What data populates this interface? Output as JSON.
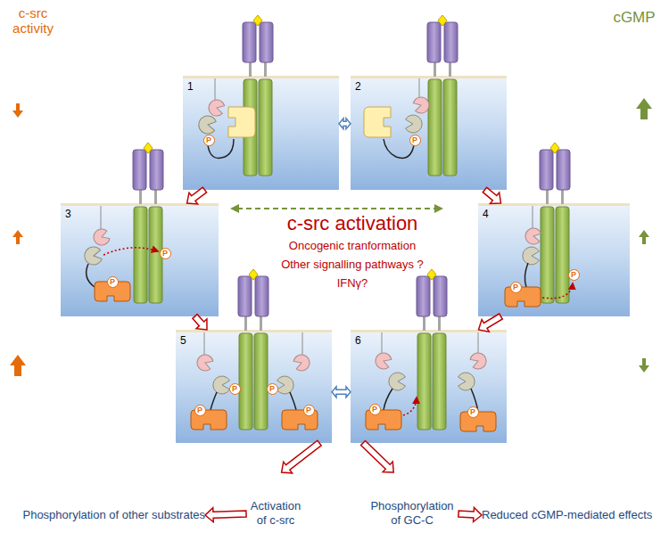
{
  "diagram": {
    "nodes": [
      {
        "text": [
          "1"
        ]
      },
      {
        "text": [
          "2"
        ]
      },
      {
        "text": [
          "3"
        ]
      },
      {
        "text": [
          "4"
        ]
      },
      {
        "text": [
          "5"
        ]
      },
      {
        "text": [
          "6"
        ]
      },
      {
        "text": [
          "Phosphorylation of other substrates"
        ]
      },
      {
        "text": [
          "Activation of c-src"
        ]
      },
      {
        "text": [
          "Phosphorylation of GC-C"
        ]
      },
      {
        "text": [
          "Reduced cGMP-mediated effects"
        ]
      }
    ],
    "edges": [
      {
        "from": 0,
        "to": 1,
        "arrow": "both"
      },
      {
        "from": 0,
        "to": 2,
        "arrow": "to"
      },
      {
        "from": 1,
        "to": 3,
        "arrow": "to"
      },
      {
        "from": 2,
        "to": 4,
        "arrow": "to"
      },
      {
        "from": 3,
        "to": 5,
        "arrow": "to"
      },
      {
        "from": 4,
        "to": 5,
        "arrow": "both"
      },
      {
        "from": 4,
        "to": 7,
        "arrow": "to"
      },
      {
        "from": 5,
        "to": 8,
        "arrow": "to"
      },
      {
        "from": 7,
        "to": 6,
        "arrow": "to"
      },
      {
        "from": 8,
        "to": 9,
        "arrow": "to"
      }
    ],
    "labels": [
      "c-src activity",
      "cGMP",
      "c-src activation",
      "Oncogenic tranformation",
      "Other signalling pathways ?",
      "IFNγ?",
      "P",
      "P",
      "P",
      "P",
      "P",
      "P",
      "P",
      "P",
      "P",
      "P",
      "P",
      "P"
    ]
  }
}
